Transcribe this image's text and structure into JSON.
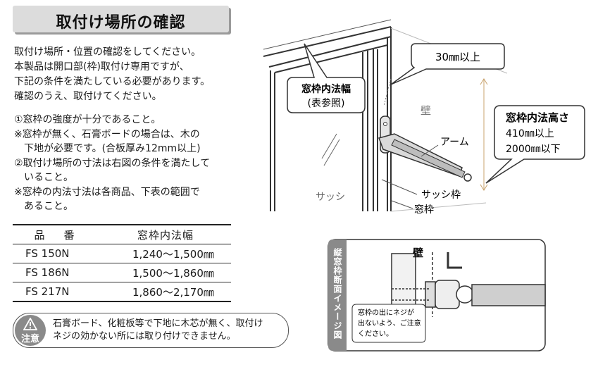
{
  "title": "取付け場所の確認",
  "intro": [
    "取付け場所・位置の確認をしてください。",
    "本製品は開口部(枠)取付け専用ですが、",
    "下記の条件を満たしている必要があります。",
    "確認のうえ、取付けてください。"
  ],
  "conditions": [
    "①窓枠の強度が十分であること。",
    "※窓枠が無く、石膏ボードの場合は、木の",
    "下地が必要です。(合板厚み12mm以上)",
    "②取付け場所の寸法は右図の条件を満たして",
    "いること。",
    "※窓枠の内法寸法は各商品、下表の範囲で",
    "あること。"
  ],
  "table": {
    "headers": [
      "品　番",
      "窓枠内法幅"
    ],
    "rows": [
      [
        "FS 150N",
        "1,240〜1,500㎜"
      ],
      [
        "FS 186N",
        "1,500〜1,860㎜"
      ],
      [
        "FS 217N",
        "1,860〜2,170㎜"
      ]
    ]
  },
  "caution": {
    "badge": "注意",
    "lines": [
      "石膏ボード、化粧板等で下地に木芯が無く、取付け",
      "ネジの効かない所には取り付けできません。"
    ]
  },
  "diagram": {
    "callout_top": "30㎜以上",
    "callout_width": [
      "窓枠内法幅",
      "(表参照)"
    ],
    "wall": "壁",
    "arm": "アーム",
    "sash": "サッシ",
    "sash_frame": "サッシ枠",
    "window_frame": "窓枠",
    "callout_height": [
      "窓枠内法高さ",
      "410㎜以上",
      "2000㎜以下"
    ]
  },
  "section": {
    "side_label": "縦窓枠断面イメージ図",
    "wall": "壁",
    "note": [
      "窓枠の出にネジが",
      "出ないよう、ご注意",
      "ください。"
    ]
  }
}
